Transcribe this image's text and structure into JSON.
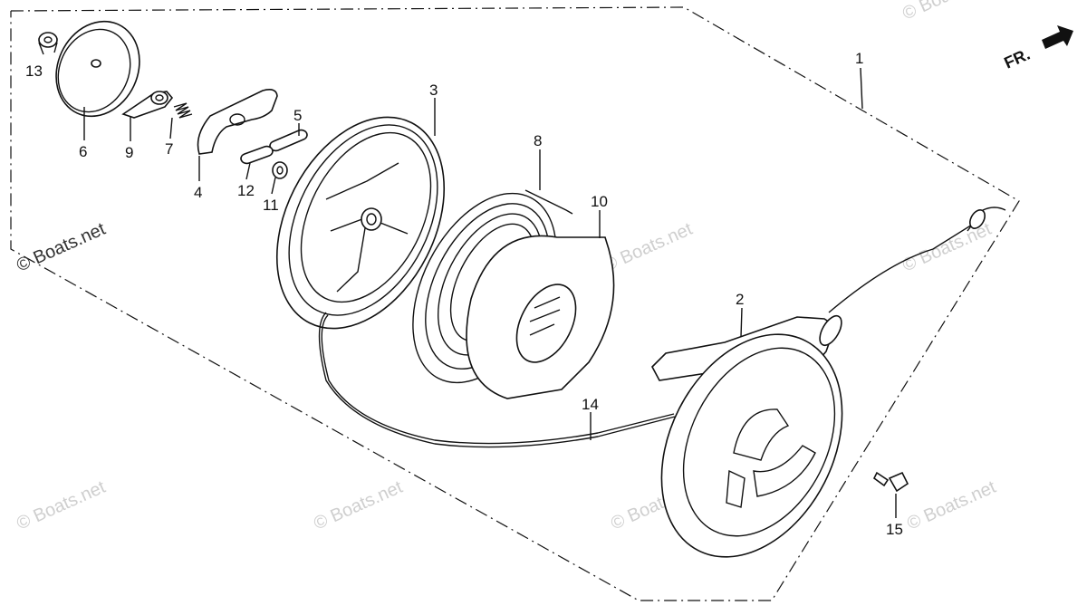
{
  "diagram": {
    "direction_label": "FR.",
    "watermarks": [
      "© Boats.net",
      "© Boats.net",
      "© Boats.net",
      "© Boats.net",
      "© Boats.net",
      "© Boats.net",
      "© Boats.net",
      "© Boats.net"
    ],
    "parts": [
      {
        "id": "1",
        "label": "1"
      },
      {
        "id": "2",
        "label": "2"
      },
      {
        "id": "3",
        "label": "3"
      },
      {
        "id": "4",
        "label": "4"
      },
      {
        "id": "5",
        "label": "5"
      },
      {
        "id": "6",
        "label": "6"
      },
      {
        "id": "7",
        "label": "7"
      },
      {
        "id": "8",
        "label": "8"
      },
      {
        "id": "9",
        "label": "9"
      },
      {
        "id": "10",
        "label": "10"
      },
      {
        "id": "11",
        "label": "11"
      },
      {
        "id": "12",
        "label": "12"
      },
      {
        "id": "13",
        "label": "13"
      },
      {
        "id": "14",
        "label": "14"
      },
      {
        "id": "15",
        "label": "15"
      }
    ]
  }
}
